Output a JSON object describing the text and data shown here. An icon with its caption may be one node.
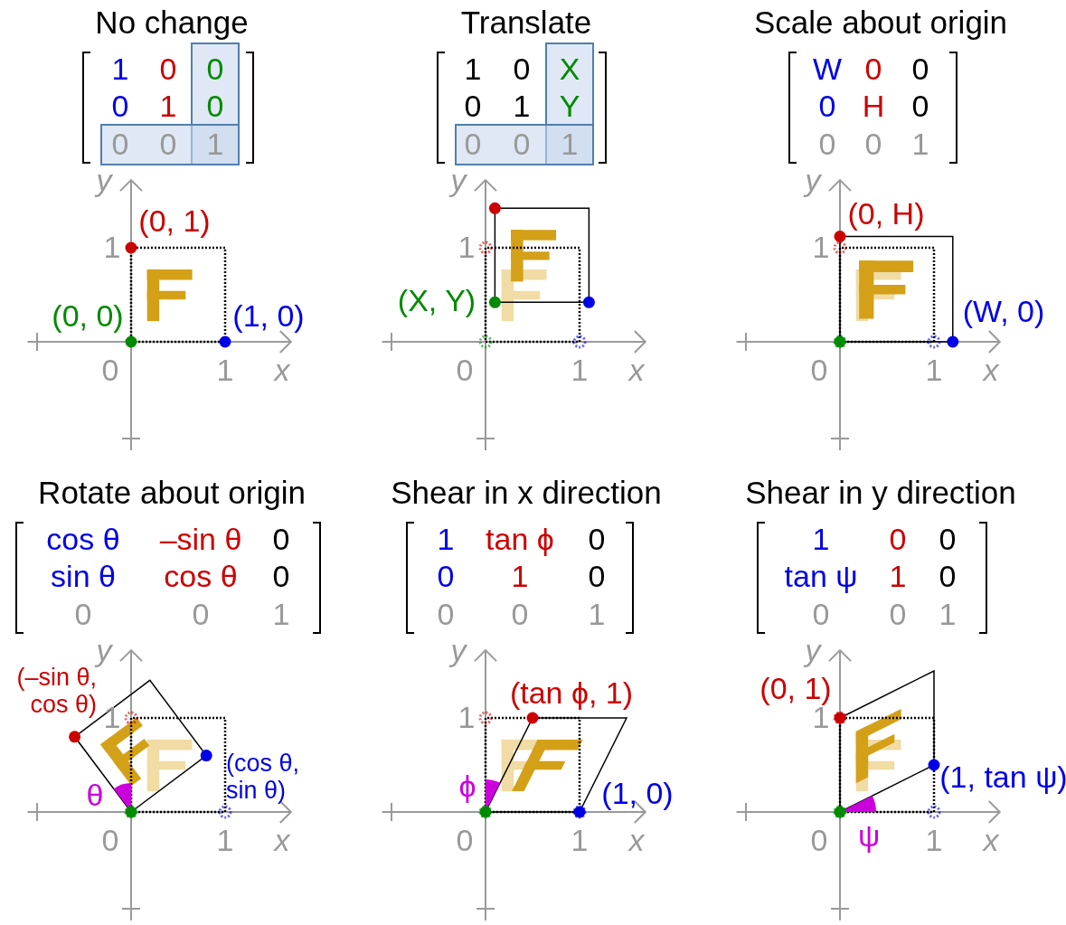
{
  "diagram": {
    "labels": [
      "No change",
      "1",
      "0",
      "0",
      "0",
      "1",
      "0",
      "0",
      "0",
      "1",
      "y",
      "(0, 1)",
      "1",
      "(0, 0)",
      "(1, 0)",
      "0",
      "1",
      "x",
      "Translate",
      "1",
      "0",
      "X",
      "0",
      "1",
      "Y",
      "0",
      "0",
      "1",
      "y",
      "1",
      "(X, Y)",
      "0",
      "1",
      "x",
      "Scale about origin",
      "W",
      "0",
      "0",
      "0",
      "H",
      "0",
      "0",
      "0",
      "1",
      "y",
      "(0, H)",
      "1",
      "(W, 0)",
      "0",
      "1",
      "x",
      "Rotate about origin",
      "cos θ",
      "–sin θ",
      "0",
      "sin θ",
      "cos θ",
      "0",
      "0",
      "0",
      "1",
      "y",
      "(–sin θ, cos θ)",
      "1",
      "(cos θ, sin θ)",
      "θ",
      "0",
      "1",
      "x",
      "Shear in x direction",
      "1",
      "tan ϕ",
      "0",
      "0",
      "1",
      "0",
      "0",
      "0",
      "1",
      "y",
      "(tan ϕ, 1)",
      "1",
      "ϕ",
      "(1, 0)",
      "0",
      "1",
      "x",
      "Shear in y direction",
      "1",
      "0",
      "0",
      "tan ψ",
      "1",
      "0",
      "0",
      "0",
      "1",
      "y",
      "(0, 1)",
      "1",
      "(1, tan ψ)",
      "0",
      "ψ",
      "1",
      "x"
    ]
  }
}
